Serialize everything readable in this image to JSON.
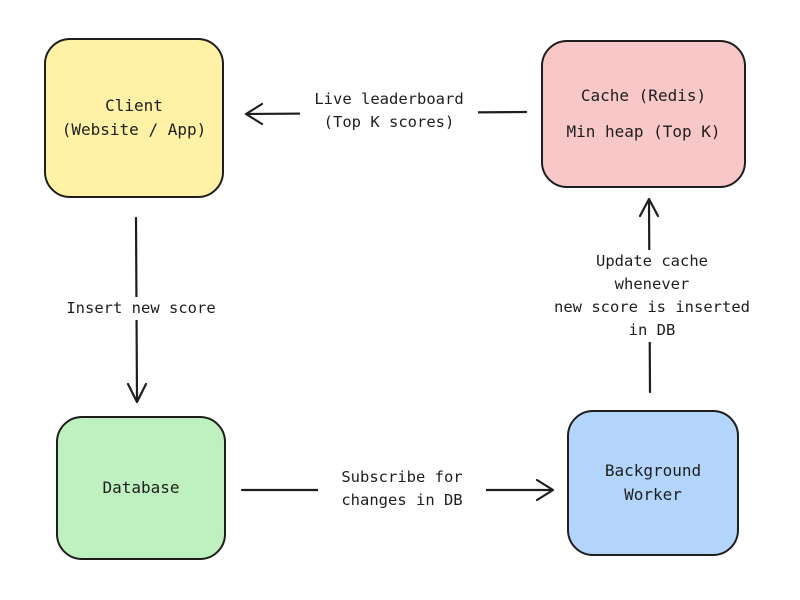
{
  "nodes": {
    "client": {
      "title": "Client\n(Website / App)",
      "fill": "#fff1a6"
    },
    "cache": {
      "title": "Cache (Redis)",
      "subtitle": "Min heap (Top K)",
      "fill": "#f8c8c8"
    },
    "database": {
      "title": "Database",
      "fill": "#bff0bf"
    },
    "worker": {
      "title": "Background\nWorker",
      "fill": "#b3d5fb"
    }
  },
  "edges": {
    "cache_to_client": "Live leaderboard\n(Top K scores)",
    "client_to_database": "Insert new score",
    "worker_to_cache": "Update cache\nwhenever\nnew score is inserted\nin DB",
    "database_to_worker": "Subscribe for\nchanges in DB"
  },
  "colors": {
    "stroke": "#1e1e1e",
    "background": "#ffffff"
  }
}
